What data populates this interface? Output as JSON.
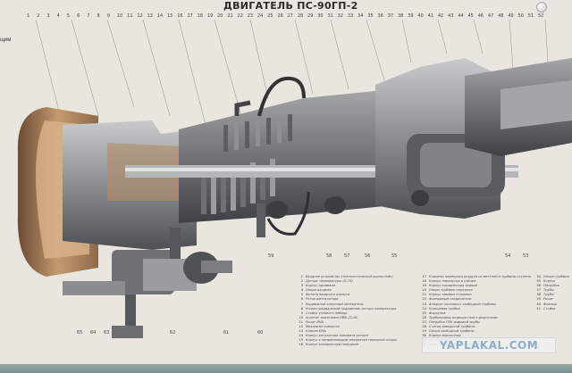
{
  "poster": {
    "title": "ДВИГАТЕЛЬ ПС-90ГП-2",
    "left_fragment": "щим",
    "top_numbers": [
      "1",
      "2",
      "3",
      "4",
      "5",
      "6",
      "7",
      "8",
      "9",
      "10",
      "11",
      "12",
      "13",
      "14",
      "15",
      "16",
      "17",
      "18",
      "19",
      "20",
      "21",
      "22",
      "23",
      "24",
      "25",
      "26",
      "27",
      "28",
      "29",
      "30",
      "31",
      "32",
      "33",
      "34",
      "35",
      "36",
      "37",
      "38",
      "39",
      "40",
      "41",
      "42",
      "43",
      "44",
      "45",
      "46",
      "47",
      "48",
      "49",
      "50",
      "51",
      "52"
    ],
    "bottom_numbers": [
      "65",
      "64",
      "63",
      "62",
      "61",
      "60",
      "59",
      "58",
      "57",
      "56",
      "55",
      "54",
      "53"
    ],
    "legend_columns": [
      {
        "start": 1,
        "items": [
          "Входное устройство (технологический кронштейн)",
          "Датчик температуры (П-75)",
          "Корпус промвала",
          "Опора входная",
          "Фильтр входного корпуса",
          "Ротор вентилятора",
          "Выдвижной конусный обтекатель",
          "Упорно-радиальный подшипник ротора компрессора",
          "Стойка узлового лебедя",
          "Агрегат зажигания ПВФ-22-ИС",
          "Рычаг ВНА",
          "Механизм поворота",
          "Клапан ВНА",
          "Корпус регулятора аппарата ротора",
          "Корпус к направляющим аппаратам передней опоры",
          "Корпус компрессора передний"
        ]
      },
      {
        "start": 17,
        "items": [
          "Клапаны перепуска воздуха из местной и турбины ступени",
          "Корпус перепуска и отбора",
          "Корпус компрессора задний",
          "Опора турбины передняя",
          "Корпус камеры сгорания",
          "Фланцевый соединитель",
          "Аппарат соплового свободной турбины",
          "Кольцевая трубка",
          "Форсунка",
          "Трубопровод подвода газа к форсункам",
          "Патрубок ПЗУ жаровой трубы",
          "Статор заводской турбины",
          "Опора свободной турбины",
          "Корпус выхлопной",
          "Силовая втулка",
          "Корпус выхлопного устройства"
        ]
      },
      {
        "start": 34,
        "items": [
          "Опора турбины",
          "Корпус",
          "Патрубок",
          "Трубы",
          "Трубы",
          "Рычаг",
          "Фланцы",
          "Стойка"
        ]
      }
    ],
    "watermark": "YAPLAKAL.COM"
  }
}
